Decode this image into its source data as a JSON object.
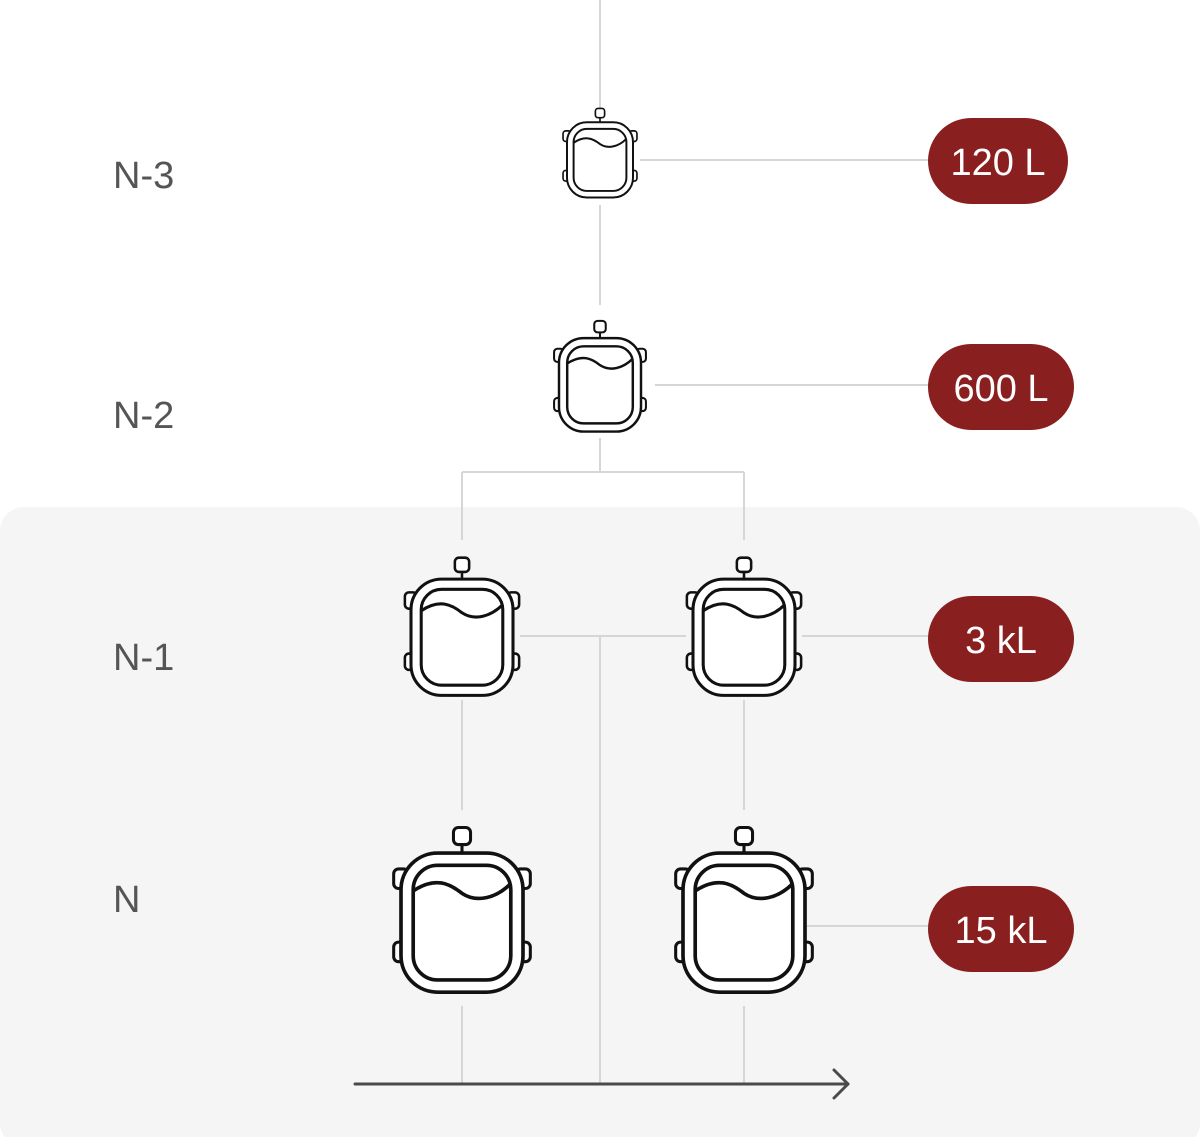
{
  "colors": {
    "badge": "#8a1f1f",
    "panel": "#f5f5f5",
    "connector": "#d6d6d6",
    "label": "#555555",
    "arrow": "#4a4a4a"
  },
  "stages": [
    {
      "label": "N-3",
      "volume": "120 L"
    },
    {
      "label": "N-2",
      "volume": "600 L"
    },
    {
      "label": "N-1",
      "volume": "3 kL"
    },
    {
      "label": "N",
      "volume": "15 kL"
    }
  ],
  "icons": {
    "tank": "bioreactor-icon",
    "arrow": "arrow-right-icon"
  }
}
